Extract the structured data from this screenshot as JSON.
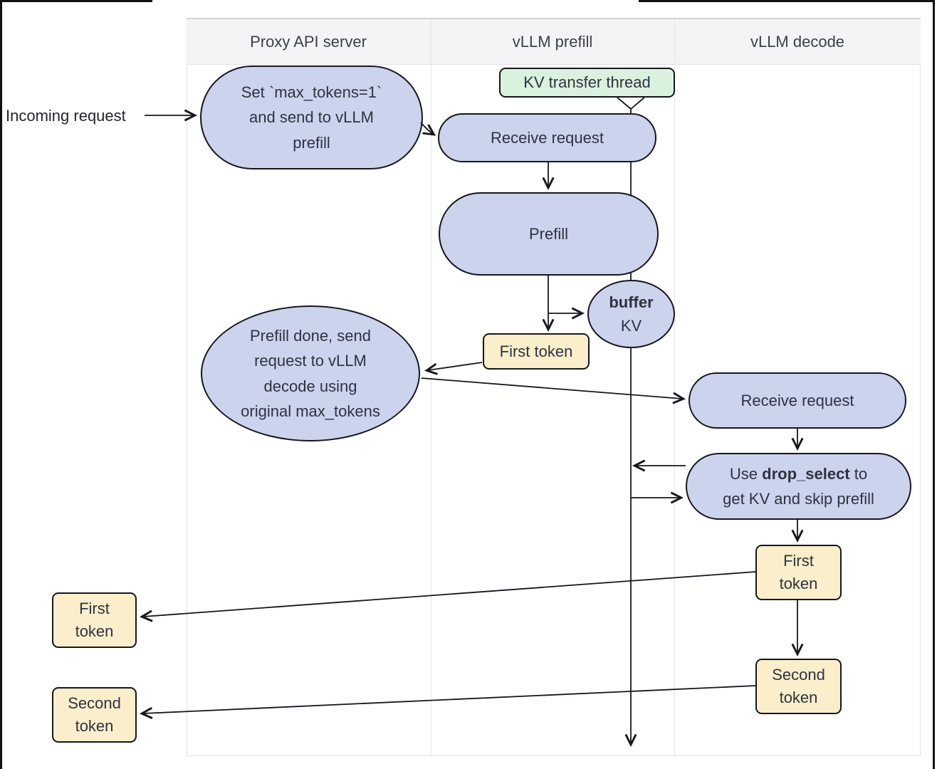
{
  "colors": {
    "node_fill": "#ccd3ed",
    "green_fill": "#daf1de",
    "yellow_fill": "#faeecb",
    "border": "#16161d",
    "header_bg": "#f4f4f6",
    "grid": "#e7e7ea",
    "text": "#2e3340"
  },
  "header": {
    "columns": [
      "Proxy API server",
      "vLLM prefill",
      "vLLM decode"
    ]
  },
  "annotations": {
    "incoming_request": "Incoming request",
    "kv_transfer_thread": "KV transfer thread"
  },
  "proxy": {
    "set_max_tokens": "Set `max_tokens=1`\nand send to vLLM\nprefill",
    "prefill_done": "Prefill done, send\nrequest to vLLM\ndecode using\noriginal max_tokens"
  },
  "prefill": {
    "receive_request": "Receive request",
    "prefill": "Prefill",
    "buffer_bold": "buffer",
    "buffer_rest": "KV",
    "first_token": "First token"
  },
  "decode": {
    "receive_request": "Receive request",
    "drop_select_pre": "Use ",
    "drop_select_bold": "drop_select",
    "drop_select_post": " to",
    "drop_select_line2": "get KV and skip prefill",
    "first_token": "First\ntoken",
    "second_token": "Second\ntoken"
  },
  "output": {
    "first_token": "First\ntoken",
    "second_token": "Second\ntoken"
  }
}
